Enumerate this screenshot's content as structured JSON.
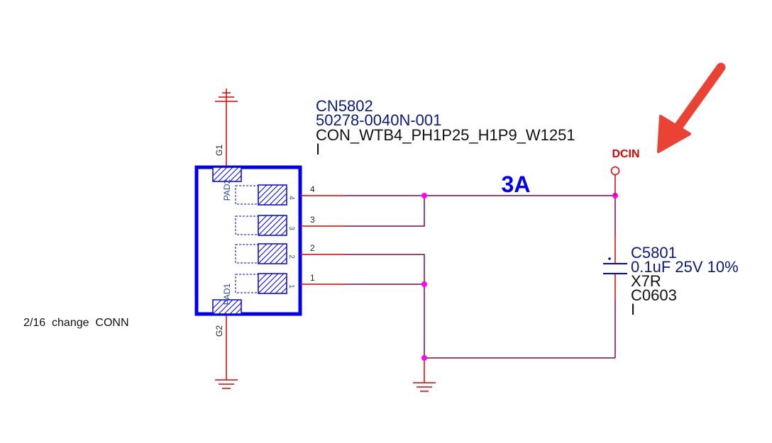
{
  "connector": {
    "refdes": "CN5802",
    "part_number": "50278-0040N-001",
    "footprint": "CON_WTB4_PH1P25_H1P9_W1251",
    "extra": "I",
    "pin_numbers": [
      "4",
      "3",
      "2",
      "1"
    ],
    "pad_labels": [
      "4",
      "3",
      "2",
      "1"
    ],
    "mount_pads": [
      "PAD2",
      "PAD1"
    ],
    "ground_pins": [
      "G1",
      "G2"
    ]
  },
  "net": {
    "name": "DCIN",
    "current_label": "3A"
  },
  "capacitor": {
    "refdes": "C5801",
    "value": "0.1uF 25V 10%",
    "dielectric": "X7R",
    "package": "C0603",
    "extra": "I"
  },
  "note": "2/16  change  CONN",
  "colors": {
    "component_blue": "#0000ee",
    "text_navy": "#0b1a7a",
    "wire_red": "#e00000",
    "net_wire": "#7a0a3c",
    "junction": "#ff00ff",
    "arrow": "#ea4335",
    "net_label_red": "#e00000"
  }
}
